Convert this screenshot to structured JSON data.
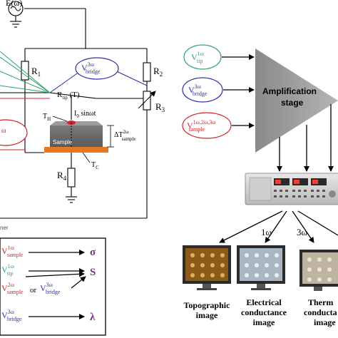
{
  "circuit": {
    "source_label": "E(ω)",
    "r1": {
      "base": "R",
      "sub": "1"
    },
    "r2": {
      "base": "R",
      "sub": "2"
    },
    "r3": {
      "base": "R",
      "sub": "3"
    },
    "r4": {
      "base": "R",
      "sub": "4"
    },
    "rtip": {
      "base": "R",
      "sub": "tip",
      "suffix": " (T)"
    },
    "vbridge": {
      "base": "V",
      "sup": "3ω",
      "sub": "bridge"
    },
    "left_cut_sup": "ω",
    "th": {
      "base": "T",
      "sub": "H"
    },
    "tc": {
      "base": "T",
      "sub": "C"
    },
    "current": {
      "base": "I",
      "sub": "0",
      "suffix": " sinωt"
    },
    "sample_label": "Sample",
    "delta_t": {
      "base": "ΔT",
      "sup": "2ω",
      "sub": "sample"
    },
    "bottom_cut_text": "ner"
  },
  "amplifier": {
    "label_line1": "Amplification",
    "label_line2": "stage",
    "vtip": {
      "base": "V",
      "sup": "1ω",
      "sub": "tip"
    },
    "vbridge": {
      "base": "V",
      "sup": "3ω",
      "sub": "bridge"
    },
    "vsample": {
      "base": "V",
      "sup": "1ω,2ω,3ω",
      "sub": "sample"
    }
  },
  "harmonics": {
    "h1": "1ω",
    "h3": "3ω"
  },
  "images": {
    "topographic": [
      "Topographic",
      "image"
    ],
    "electrical": [
      "Electrical",
      "conductance",
      "image"
    ],
    "thermal": [
      "Therm",
      "conducta",
      "image"
    ]
  },
  "legend": {
    "v1": {
      "base": "V",
      "sup": "1ω",
      "sub": "sample"
    },
    "v2": {
      "base": "V",
      "sup": "1ω",
      "sub": "tip"
    },
    "v3": {
      "base": "V",
      "sup": "2ω",
      "sub": "sample"
    },
    "or_text": "or",
    "v4": {
      "base": "V",
      "sup": "3ω",
      "sub": "bridge"
    },
    "v5": {
      "base": "V",
      "sup": "3ω",
      "sub": "bridge"
    },
    "sigma": "σ",
    "s": "S",
    "lambda": "λ"
  },
  "colors": {
    "red": "#d0242b",
    "green": "#2ea36a",
    "blue": "#2b2fa8",
    "purple": "#7b2d8e",
    "orange": "#e8781f",
    "gray": "#9a9a9a"
  }
}
